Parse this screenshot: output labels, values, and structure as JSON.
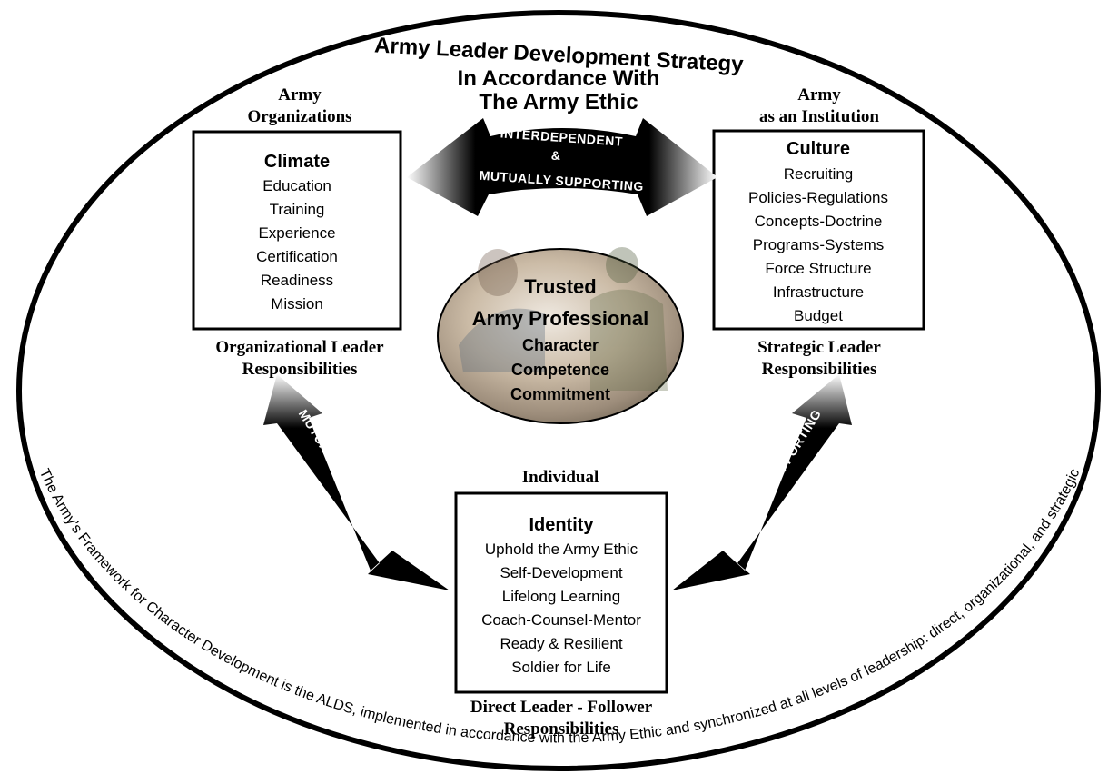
{
  "title": {
    "line1": "Army Leader Development Strategy",
    "line2": "In Accordance With",
    "line3": "The Army Ethic"
  },
  "left_header": {
    "line1": "Army",
    "line2": "Organizations"
  },
  "right_header": {
    "line1": "Army",
    "line2": "as an Institution"
  },
  "bottom_header": "Individual",
  "climate": {
    "title": "Climate",
    "items": [
      "Education",
      "Training",
      "Experience",
      "Certification",
      "Readiness",
      "Mission"
    ]
  },
  "culture": {
    "title": "Culture",
    "items": [
      "Recruiting",
      "Policies-Regulations",
      "Concepts-Doctrine",
      "Programs-Systems",
      "Force Structure",
      "Infrastructure",
      "Budget"
    ]
  },
  "identity": {
    "title": "Identity",
    "items": [
      "Uphold the Army Ethic",
      "Self-Development",
      "Lifelong Learning",
      "Coach-Counsel-Mentor",
      "Ready & Resilient",
      "Soldier for Life"
    ]
  },
  "left_footer": {
    "line1": "Organizational Leader",
    "line2": "Responsibilities"
  },
  "right_footer": {
    "line1": "Strategic Leader",
    "line2": "Responsibilities"
  },
  "bottom_footer": {
    "line1": "Direct Leader - Follower",
    "line2": "Responsibilities"
  },
  "arrow_label": {
    "line1": "INTERDEPENDENT",
    "line2": "&",
    "line3": "MUTUALLY SUPPORTING"
  },
  "center": {
    "title1": "Trusted",
    "title2": "Army Professional",
    "items": [
      "Character",
      "Competence",
      "Commitment"
    ]
  },
  "ring_text": "The Army’s Framework for Character Development is the ALDS, implemented in accordance with the Army Ethic and synchronized at all levels of leadership: direct, organizational, and strategic"
}
